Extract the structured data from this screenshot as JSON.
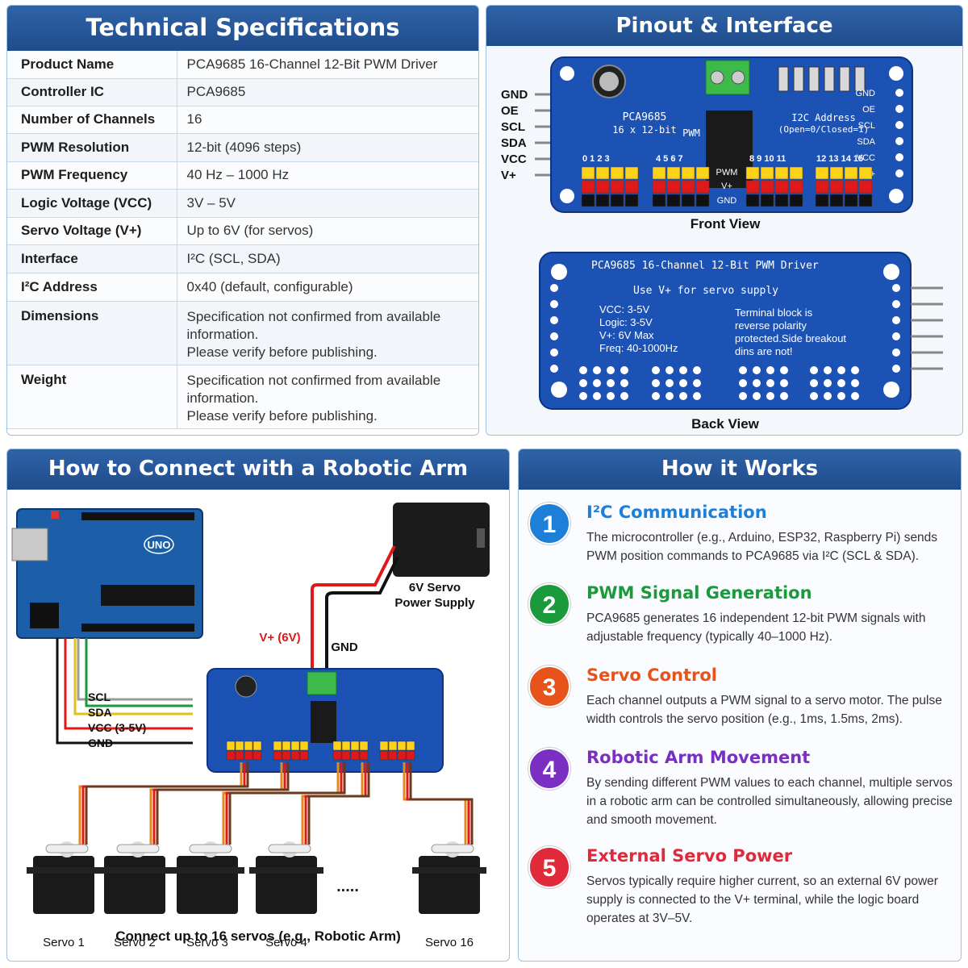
{
  "specs": {
    "title": "Technical Specifications",
    "rows": [
      {
        "label": "Product Name",
        "value": "PCA9685 16-Channel 12-Bit PWM Driver"
      },
      {
        "label": "Controller IC",
        "value": "PCA9685"
      },
      {
        "label": "Number of Channels",
        "value": "16"
      },
      {
        "label": "PWM Resolution",
        "value": "12-bit (4096 steps)"
      },
      {
        "label": "PWM Frequency",
        "value": "40 Hz – 1000 Hz"
      },
      {
        "label": "Logic Voltage (VCC)",
        "value": "3V – 5V"
      },
      {
        "label": "Servo Voltage (V+)",
        "value": "Up to 6V (for servos)"
      },
      {
        "label": "Interface",
        "value": "I²C (SCL, SDA)"
      },
      {
        "label": "I²C Address",
        "value": "0x40 (default, configurable)"
      },
      {
        "label": "Dimensions",
        "value": "Specification not confirmed from available information.\nPlease verify before publishing."
      },
      {
        "label": "Weight",
        "value": "Specification not confirmed from available information.\nPlease verify before publishing."
      }
    ]
  },
  "pinout": {
    "title": "Pinout & Interface",
    "header_pins": [
      "GND",
      "OE",
      "SCL",
      "SDA",
      "VCC",
      "V+"
    ],
    "front_caption": "Front View",
    "back_caption": "Back View",
    "front_board": {
      "chip_label": "PCA9685",
      "chip_sub": "16 x 12-bit",
      "pwm_label": "PWM",
      "i2c_label": "I2C Address",
      "i2c_sub": "(Open=0/Closed=1)",
      "channel_groups": [
        "0 1 2 3",
        "4 5 6 7",
        "8 9 10 11",
        "12 13 14 15"
      ],
      "mid_labels": [
        "PWM",
        "V+",
        "GND"
      ]
    },
    "back_board": {
      "title": "PCA9685   16-Channel   12-Bit PWM   Driver",
      "note": "Use V+ for servo supply",
      "lines": [
        "VCC:   3-5V",
        "Logic: 3-5V",
        "V+:    6V Max",
        "Freq:  40-1000Hz"
      ],
      "warning": [
        "Terminal block is",
        "reverse polarity",
        "protected.Side breakout",
        "dins are not!"
      ]
    }
  },
  "connect": {
    "title": "How to Connect with a Robotic Arm",
    "arduino_label": "UNO",
    "supply_label": [
      "6V Servo",
      "Power Supply"
    ],
    "vplus_label": "V+ (6V)",
    "gnd_label": "GND",
    "wires": [
      "SCL",
      "SDA",
      "VCC (3-5V)",
      "GND"
    ],
    "servos": [
      "Servo 1",
      "Servo 2",
      "Servo 3",
      "Servo 4",
      "Servo 16"
    ],
    "ellipsis": ".....",
    "caption": "Connect up to 16 servos (e.g., Robotic Arm)"
  },
  "how": {
    "title": "How it Works",
    "steps": [
      {
        "num": "1",
        "title": "I²C Communication",
        "color": "#1e7fd8",
        "body": "The microcontroller (e.g., Arduino, ESP32, Raspberry Pi) sends PWM position commands to PCA9685 via I²C (SCL & SDA)."
      },
      {
        "num": "2",
        "title": "PWM Signal Generation",
        "color": "#1a9a3a",
        "body": "PCA9685 generates 16 independent 12-bit PWM signals with adjustable frequency (typically 40–1000 Hz)."
      },
      {
        "num": "3",
        "title": "Servo Control",
        "color": "#e8531c",
        "body": "Each channel outputs a PWM signal to a servo motor. The pulse width controls the servo position (e.g., 1ms, 1.5ms, 2ms)."
      },
      {
        "num": "4",
        "title": "Robotic Arm Movement",
        "color": "#7a2fc2",
        "body": "By sending different PWM values to each channel, multiple servos in a robotic arm can be controlled simultaneously, allowing precise and smooth movement."
      },
      {
        "num": "5",
        "title": "External Servo Power",
        "color": "#e02a3a",
        "body": "Servos typically require higher current, so an external 6V power supply is connected to the V+ terminal, while the logic board operates at 3V–5V."
      }
    ]
  }
}
